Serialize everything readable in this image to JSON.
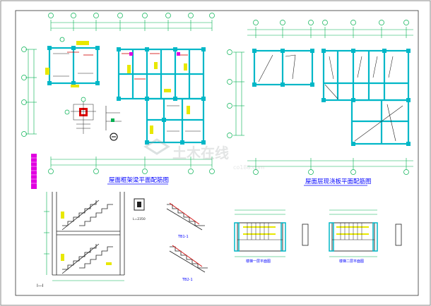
{
  "drawing": {
    "title_left": "屋面框架梁平面配筋图",
    "title_right": "屋面层现浇板平面配筋图",
    "stair_section": "Ⅰ—Ⅰ",
    "stair_plan_1": "楼梯一层平面图",
    "stair_plan_2": "楼梯二层平面图",
    "beam_detail_1": "TB1-1",
    "beam_detail_2": "TB2-1",
    "small_detail": "L=2350",
    "watermark": "土木在线",
    "watermark_sub": "co188.com"
  },
  "colors": {
    "axis": "#00b050",
    "wall": "#00b7c7",
    "rebar": "#e000e0",
    "text": "#0000ff",
    "line": "#222222",
    "dim": "#008000",
    "hatch": "#e8e800"
  }
}
